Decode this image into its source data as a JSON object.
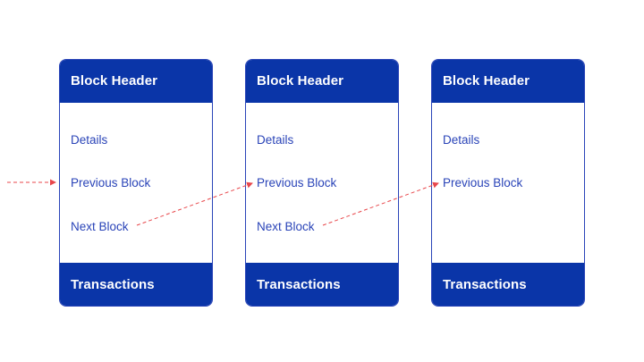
{
  "blocks": [
    {
      "header": "Block Header",
      "fields": [
        "Details",
        "Previous Block",
        "Next Block"
      ],
      "footer": "Transactions"
    },
    {
      "header": "Block Header",
      "fields": [
        "Details",
        "Previous Block",
        "Next Block"
      ],
      "footer": "Transactions"
    },
    {
      "header": "Block Header",
      "fields": [
        "Details",
        "Previous Block"
      ],
      "footer": "Transactions"
    }
  ],
  "colors": {
    "header_bg": "#0a35a8",
    "text_blue": "#2a44b8",
    "arrow": "#e8474b"
  }
}
